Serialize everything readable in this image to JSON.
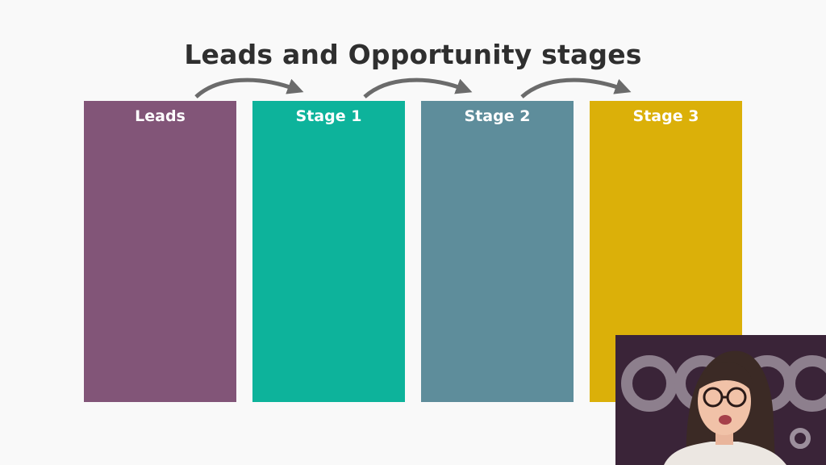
{
  "slide": {
    "title": "Leads and Opportunity stages"
  },
  "columns": [
    {
      "label": "Leads",
      "color": "#825578"
    },
    {
      "label": "Stage 1",
      "color": "#0db39b"
    },
    {
      "label": "Stage 2",
      "color": "#5e8d9b"
    },
    {
      "label": "Stage 3",
      "color": "#dbb009"
    }
  ],
  "colors": {
    "arrow": "#6b6b6b",
    "background": "#f9f9f9",
    "video_background": "#3a2438"
  },
  "video_overlay": {
    "content": "presenter-webcam",
    "backdrop_logo": "odoo-logo"
  }
}
